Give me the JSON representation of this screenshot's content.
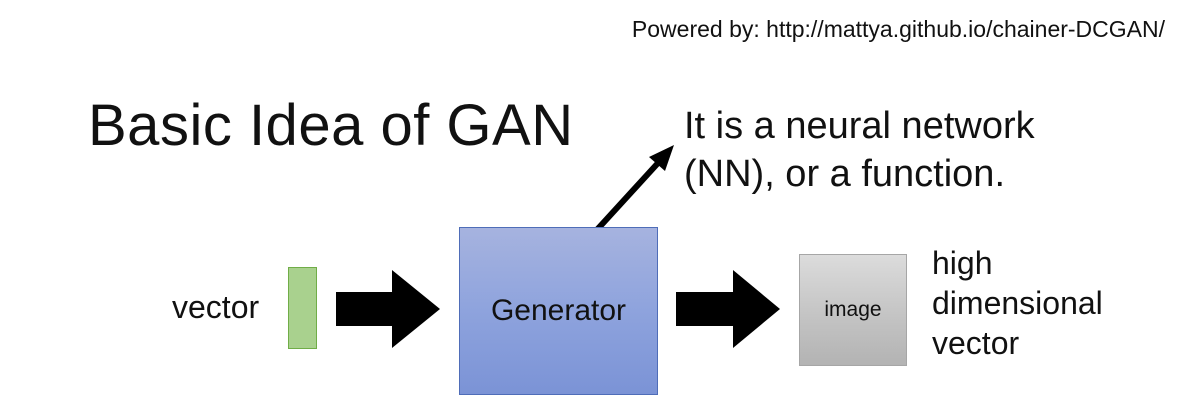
{
  "credit": "Powered by: http://mattya.github.io/chainer-DCGAN/",
  "title": "Basic Idea of GAN",
  "callout": {
    "line1": "It is a neural network",
    "line2": "(NN), or a function."
  },
  "input": {
    "label": "vector"
  },
  "generator": {
    "label": "Generator"
  },
  "output": {
    "box_label": "image",
    "line1": "high",
    "line2": "dimensional",
    "line3": "vector"
  },
  "colors": {
    "vector_fill": "#a9d18e",
    "generator_fill": "#8ea3dd",
    "image_fill": "#c6c6c6",
    "arrow": "#000000"
  }
}
